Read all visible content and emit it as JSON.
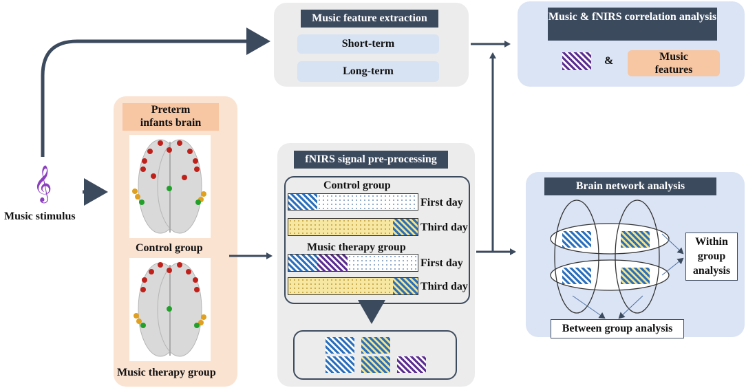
{
  "music_stimulus": {
    "label": "Music stimulus"
  },
  "brain_panel": {
    "title": "Preterm\ninfants brain",
    "control_label": "Control group",
    "therapy_label": "Music therapy group"
  },
  "feature_panel": {
    "title": "Music feature extraction",
    "items": [
      "Short-term",
      "Long-term"
    ]
  },
  "correlation_panel": {
    "title": "Music & fNIRS correlation analysis",
    "amp": "&",
    "features_label": "Music\nfeatures"
  },
  "preprocess_panel": {
    "title": "fNIRS signal pre-processing",
    "control_group": "Control group",
    "therapy_group": "Music therapy group",
    "first_day": "First day",
    "third_day": "Third day"
  },
  "network_panel": {
    "title": "Brain network analysis",
    "within": "Within\ngroup\nanalysis",
    "between": "Between group analysis"
  },
  "colors": {
    "header": "#3c4a5e",
    "arrow": "#3c4a5e",
    "light_blue": "#dbe4f4",
    "light_gray": "#ececec",
    "peach": "#fbe3d2",
    "orange": "#f7c6a3"
  }
}
